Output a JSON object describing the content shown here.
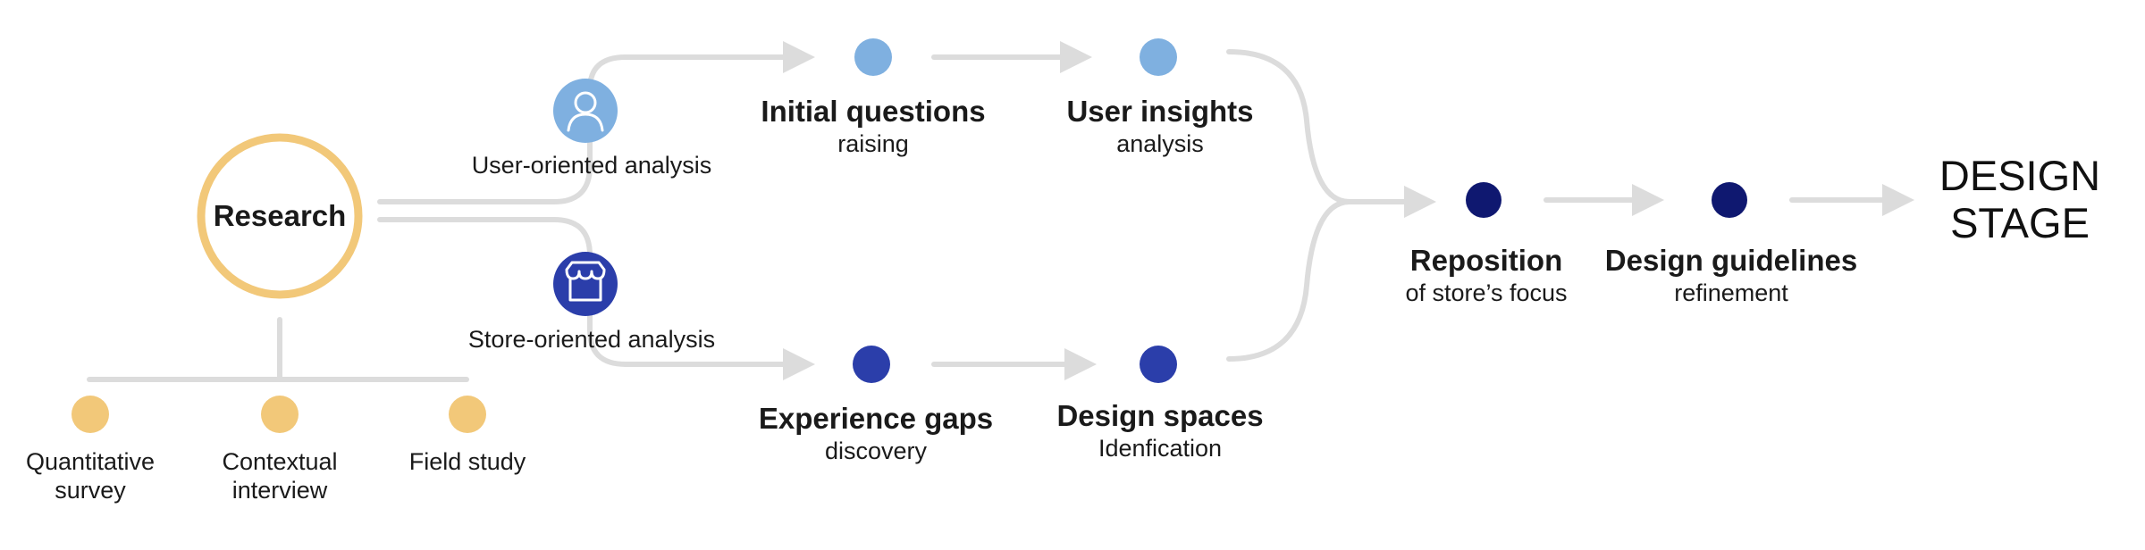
{
  "research": {
    "title": "Research",
    "methods": [
      "Quantitative\nsurvey",
      "Contextual\ninterview",
      "Field study"
    ]
  },
  "branches": {
    "user": {
      "label": "User-oriented analysis",
      "icon": "user-icon",
      "steps": [
        {
          "title": "Initial questions",
          "subtitle": "raising"
        },
        {
          "title": "User insights",
          "subtitle": "analysis"
        }
      ]
    },
    "store": {
      "label": "Store-oriented analysis",
      "icon": "store-icon",
      "steps": [
        {
          "title": "Experience gaps",
          "subtitle": "discovery"
        },
        {
          "title": "Design spaces",
          "subtitle": "Idenfication"
        }
      ]
    }
  },
  "merge_steps": [
    {
      "title": "Reposition",
      "subtitle": "of store’s focus"
    },
    {
      "title": "Design guidelines",
      "subtitle": "refinement"
    }
  ],
  "final": "DESIGN\nSTAGE",
  "colors": {
    "research": "#f2c879",
    "user": "#7fb0e0",
    "store": "#2b3eaa",
    "merge": "#0f1870",
    "line": "#dcdcdc"
  }
}
